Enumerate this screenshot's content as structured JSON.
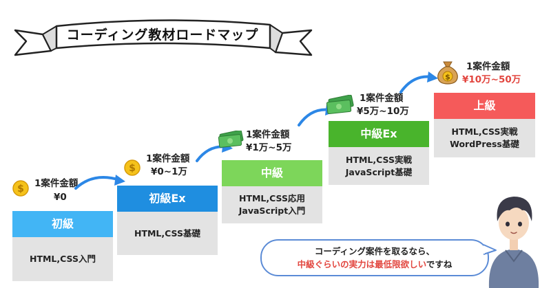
{
  "title": "コーディング教材ロードマップ",
  "price_label": "1案件金額",
  "steps": [
    {
      "name": "初級",
      "color": "#42b5f5",
      "price": "¥0",
      "price_color": "#222222",
      "topics": [
        "HTML,CSS入門"
      ]
    },
    {
      "name": "初級Ex",
      "color": "#1f8ee0",
      "price": "¥0~1万",
      "price_color": "#222222",
      "topics": [
        "HTML,CSS基礎"
      ]
    },
    {
      "name": "中級",
      "color": "#7dd65a",
      "price": "¥1万~5万",
      "price_color": "#222222",
      "topics": [
        "HTML,CSS応用",
        "JavaScript入門"
      ]
    },
    {
      "name": "中級Ex",
      "color": "#49b42c",
      "price": "¥5万~10万",
      "price_color": "#222222",
      "topics": [
        "HTML,CSS実戦",
        "JavaScript基礎"
      ]
    },
    {
      "name": "上級",
      "color": "#f55a5a",
      "price": "¥10万~50万",
      "price_color": "#e2463f",
      "topics": [
        "HTML,CSS実戦",
        "WordPress基礎"
      ]
    }
  ],
  "bubble": {
    "line1": "コーディング案件を取るなら、",
    "line2_highlight": "中級ぐらいの実力は最低限欲しい",
    "line2_rest": "ですね"
  },
  "icons": {
    "coin": "coin-icon",
    "cash": "cash-stack-icon",
    "money_bag": "money-bag-icon",
    "arrow": "curved-arrow-icon",
    "person": "person-illustration"
  }
}
